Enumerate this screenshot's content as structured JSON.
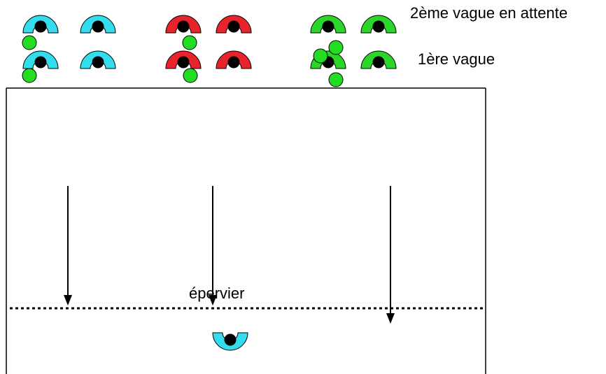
{
  "labels": {
    "wave2": "2ème vague en attente",
    "wave1": "1ère vague",
    "hawk": "épervier"
  },
  "colors": {
    "cyan": "#33DDEE",
    "red": "#E8232B",
    "green": "#2BD629",
    "ball": "#22DD22",
    "head": "#000000",
    "outline": "#000000",
    "field": "#000000"
  },
  "teams": [
    {
      "color": "cyan",
      "players_per_wave": 2,
      "balls_wave2": 1,
      "balls_wave1": 1
    },
    {
      "color": "red",
      "players_per_wave": 2,
      "balls_wave2": 1,
      "balls_wave1": 1
    },
    {
      "color": "green",
      "players_per_wave": 2,
      "balls_wave2": 2,
      "balls_wave1": 1
    }
  ],
  "hawk": {
    "color": "cyan",
    "facing": "up"
  },
  "run_arrows": 3,
  "hawk_line": "dotted"
}
